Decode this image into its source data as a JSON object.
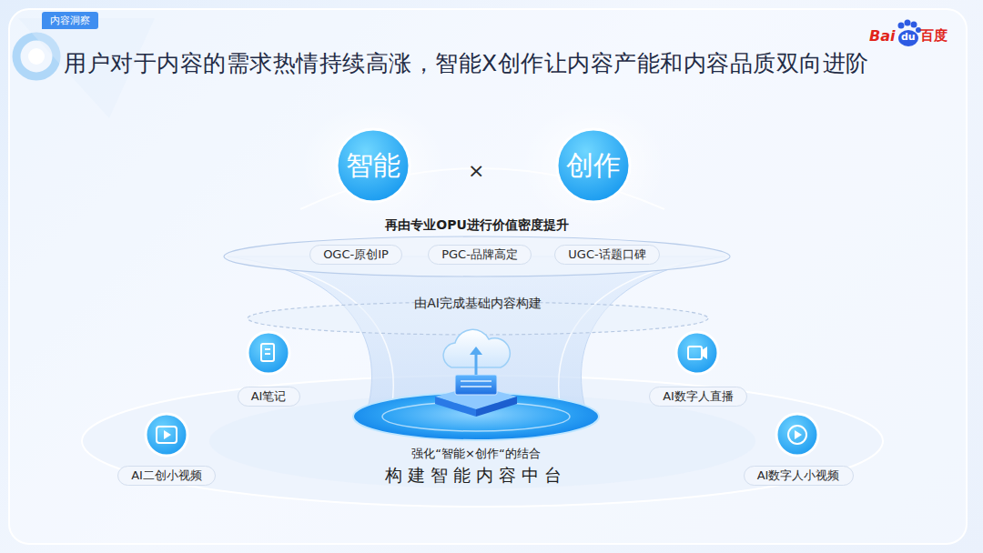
{
  "diagram": {
    "title": "用户对于内容的需求热情持续高涨，智能X创作让内容产能和内容品质双向进阶",
    "nodes": [
      {
        "text": [
          "智能"
        ]
      },
      {
        "text": [
          "创作"
        ]
      },
      {
        "text": [
          "再由专业OPU进行价值密度提升"
        ]
      },
      {
        "text": [
          "OGC-原创IP"
        ],
        "in": 2
      },
      {
        "text": [
          "PGC-品牌高定"
        ],
        "in": 2
      },
      {
        "text": [
          "UGC-话题口碑"
        ],
        "in": 2
      },
      {
        "text": [
          "由AI完成基础内容构建"
        ]
      },
      {
        "text": [
          "强化“智能×创作“的结合",
          "构建智能内容中台"
        ]
      },
      {
        "text": [
          "AI笔记"
        ]
      },
      {
        "text": [
          "AI二创小视频"
        ]
      },
      {
        "text": [
          "AI数字人直播"
        ]
      },
      {
        "text": [
          "AI数字人小视频"
        ]
      }
    ],
    "labels": [
      "内容洞察",
      "×",
      "Bai",
      "du",
      "百度"
    ]
  }
}
